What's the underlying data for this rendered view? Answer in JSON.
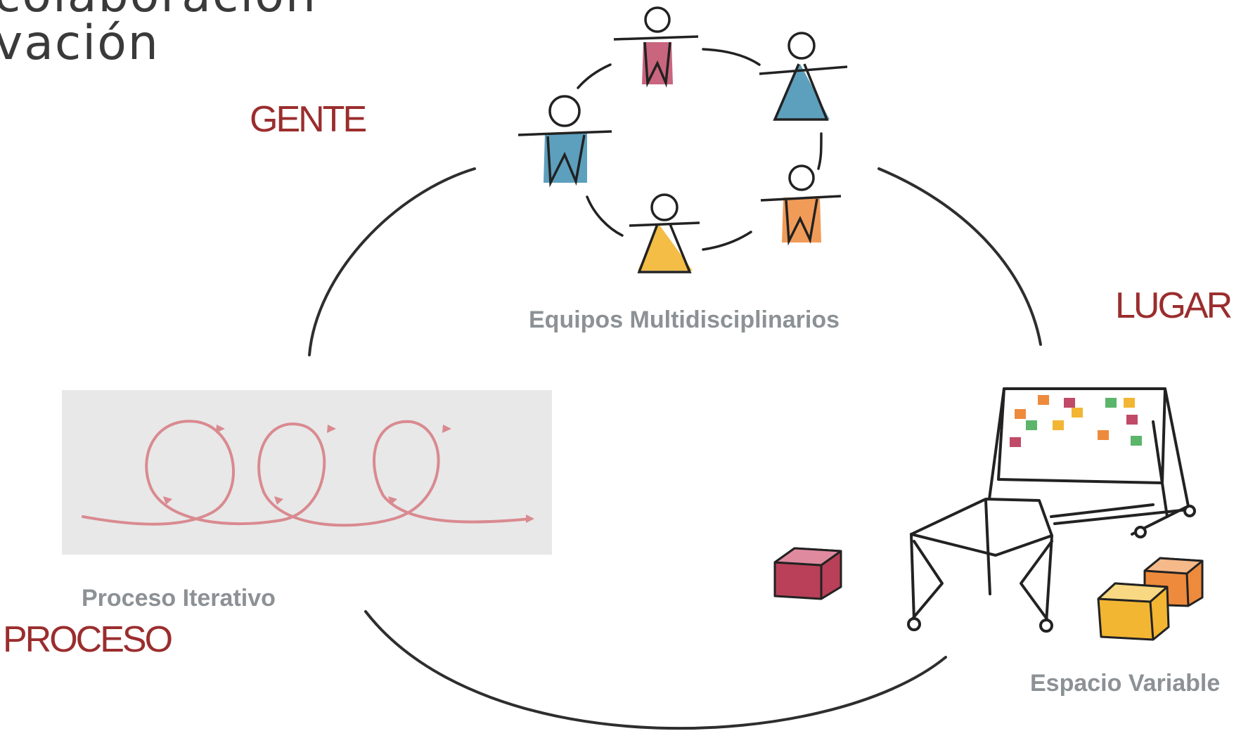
{
  "title": {
    "line1": "colaboración",
    "line2": "vación"
  },
  "colors": {
    "label": "#9b2d2d",
    "caption": "#8c9195",
    "loop": "#d98a90",
    "arc": "#2e2e2e"
  },
  "labels": {
    "gente": "GENTE",
    "lugar": "LUGAR",
    "proceso": "PROCESO"
  },
  "captions": {
    "equipos": "Equipos Multidisciplinarios",
    "proceso": "Proceso Iterativo",
    "espacio": "Espacio Variable"
  },
  "icons": {
    "team": "team-circle-icon",
    "loops": "iterative-loops-icon",
    "space": "flexible-space-icon"
  }
}
